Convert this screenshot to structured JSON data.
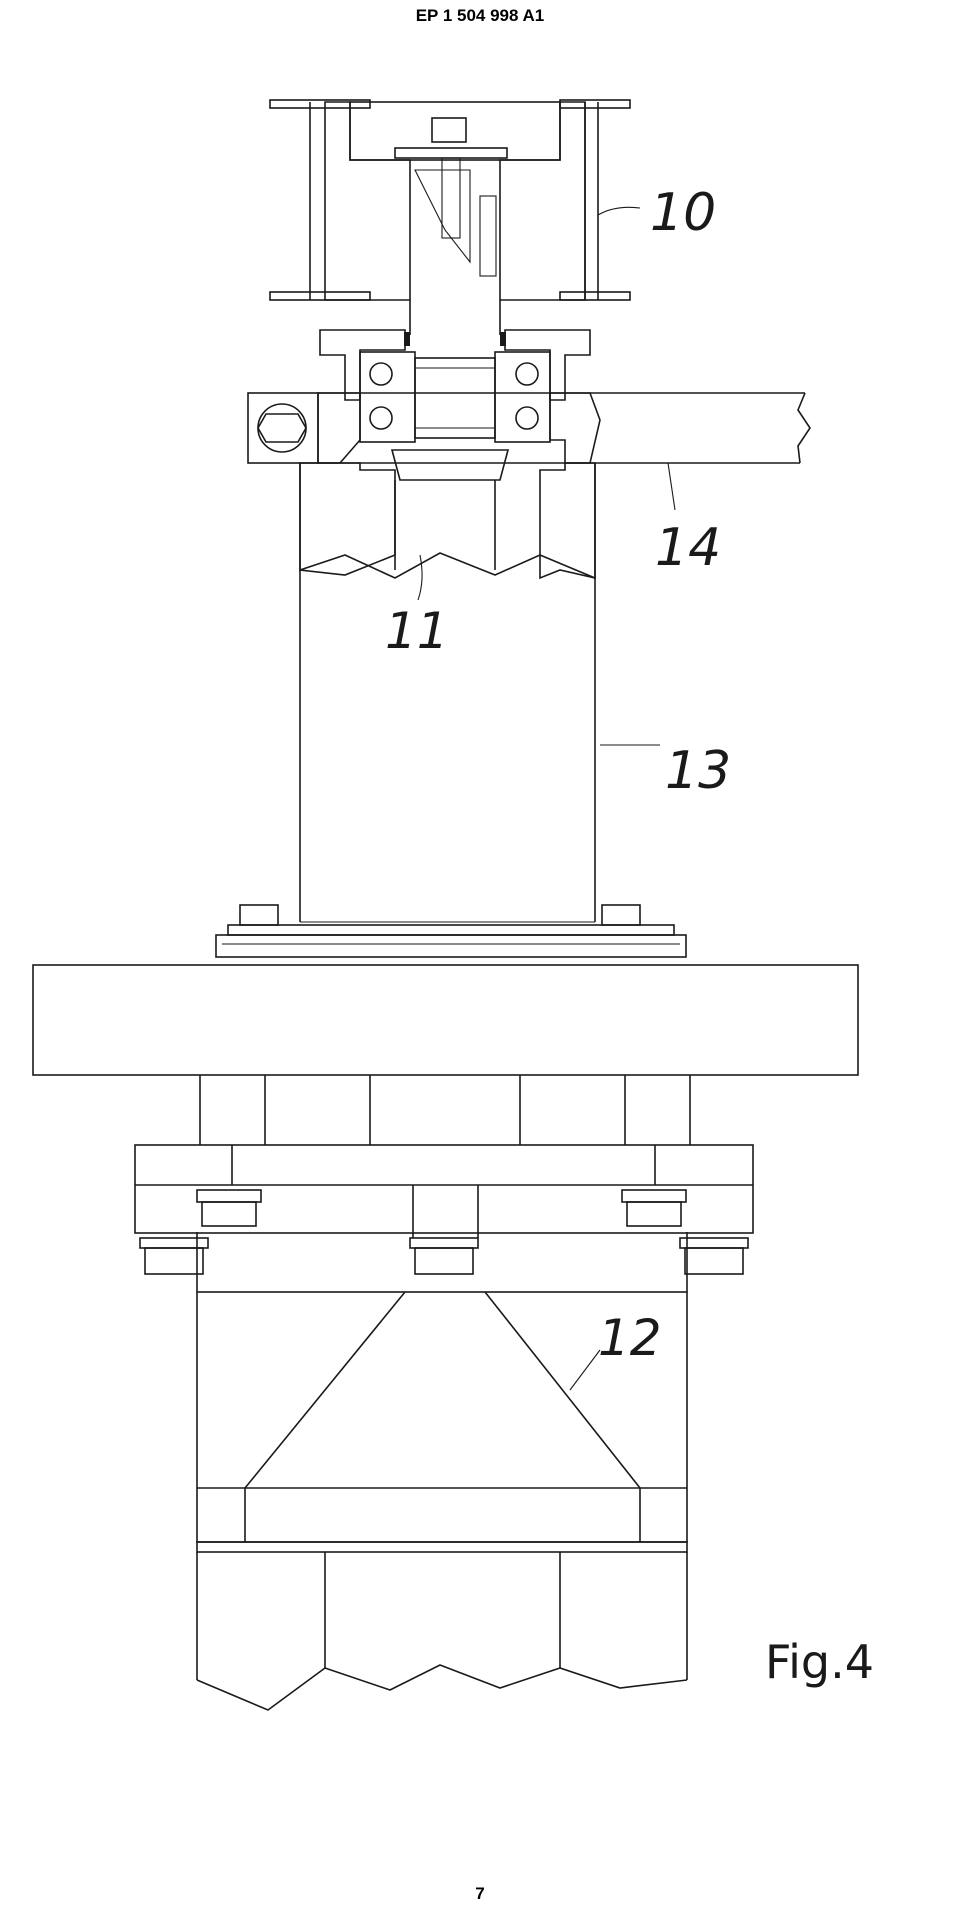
{
  "header": {
    "patent_number": "EP 1 504 998 A1"
  },
  "figure": {
    "label": "Fig.4",
    "references": {
      "r10": "10",
      "r11": "11",
      "r12": "12",
      "r13": "13",
      "r14": "14"
    }
  },
  "footer": {
    "page_number": "7"
  }
}
